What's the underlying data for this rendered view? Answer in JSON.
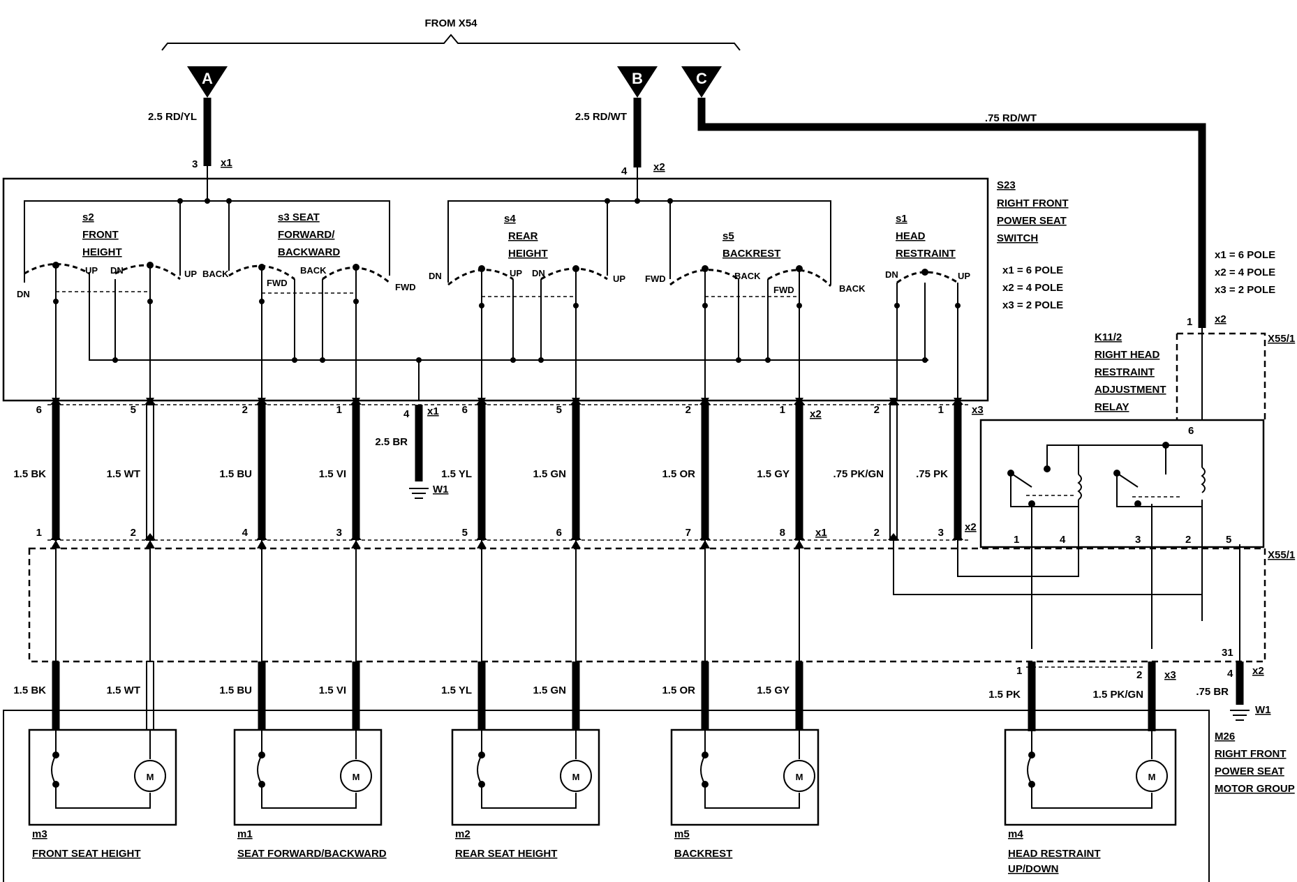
{
  "header": {
    "from": "FROM X54"
  },
  "connectors": {
    "a": "A",
    "b": "B",
    "c": "C"
  },
  "feeds": {
    "a_wire": "2.5 RD/YL",
    "a_pin": "3",
    "a_conn": "x1",
    "b_wire": "2.5 RD/WT",
    "b_pin": "4",
    "b_conn": "x2",
    "c_wire": ".75 RD/WT"
  },
  "switch_unit": {
    "id": "S23",
    "line1": "RIGHT FRONT",
    "line2": "POWER SEAT",
    "line3": "SWITCH",
    "poles": [
      "x1 = 6 POLE",
      "x2 = 4 POLE",
      "x3 = 2 POLE"
    ],
    "s2": {
      "id": "s2",
      "line1": "FRONT",
      "line2": "HEIGHT"
    },
    "s3": {
      "id": "s3 SEAT",
      "line1": "FORWARD/",
      "line2": "BACKWARD"
    },
    "s4": {
      "id": "s4",
      "line1": "REAR",
      "line2": "HEIGHT"
    },
    "s5": {
      "id": "s5",
      "line1": "BACKREST"
    },
    "s1": {
      "id": "s1",
      "line1": "HEAD",
      "line2": "RESTRAINT"
    },
    "pos": {
      "dn": "DN",
      "up": "UP",
      "back": "BACK",
      "fwd": "FWD"
    }
  },
  "right_poles": [
    "x1 = 6 POLE",
    "x2 = 4 POLE",
    "x3 = 2 POLE"
  ],
  "relay": {
    "id": "K11/2",
    "line1": "RIGHT HEAD",
    "line2": "RESTRAINT",
    "line3": "ADJUSTMENT",
    "line4": "RELAY",
    "conn_top": "X55/1",
    "conn_bottom": "X55/1",
    "pin_top": "1",
    "pin_top_conn": "x2",
    "pin6": "6",
    "pins": [
      "1",
      "4",
      "3",
      "2",
      "5"
    ]
  },
  "mid_wires": [
    {
      "color": "1.5 BK",
      "top_pin": "6",
      "bot_pin": "1"
    },
    {
      "color": "1.5 WT",
      "top_pin": "5",
      "bot_pin": "2"
    },
    {
      "color": "1.5 BU",
      "top_pin": "2",
      "bot_pin": "4"
    },
    {
      "color": "1.5 VI",
      "top_pin": "1",
      "bot_pin": "3"
    },
    {
      "color": "1.5 YL",
      "top_pin": "6",
      "bot_pin": "5"
    },
    {
      "color": "1.5 GN",
      "top_pin": "5",
      "bot_pin": "6"
    },
    {
      "color": "1.5 OR",
      "top_pin": "2",
      "bot_pin": "7"
    },
    {
      "color": "1.5 GY",
      "top_pin": "1",
      "bot_pin": "8"
    },
    {
      "color": ".75 PK/GN",
      "top_pin": "2",
      "bot_pin": "2"
    },
    {
      "color": ".75 PK",
      "top_pin": "1",
      "bot_pin": "3"
    }
  ],
  "conn_labels": {
    "x1": "x1",
    "x2": "x2",
    "x3": "x3"
  },
  "ground": {
    "pin": "4",
    "conn": "x1",
    "wire": "2.5 BR",
    "label": "W1"
  },
  "bottom_wires": [
    "1.5 BK",
    "1.5 WT",
    "1.5 BU",
    "1.5 VI",
    "1.5 YL",
    "1.5 GN",
    "1.5 OR",
    "1.5 GY",
    "1.5 PK",
    "1.5 PK/GN"
  ],
  "bottom_pins": {
    "p1": "1",
    "p2": "2",
    "conn": "x3",
    "p31": "31",
    "p4": "4",
    "conn2": "x2",
    "br": ".75 BR",
    "w1": "W1"
  },
  "motor_group": {
    "id": "M26",
    "line1": "RIGHT FRONT",
    "line2": "POWER SEAT",
    "line3": "MOTOR GROUP"
  },
  "motors": [
    {
      "id": "m3",
      "name": "FRONT SEAT HEIGHT"
    },
    {
      "id": "m1",
      "name": "SEAT FORWARD/BACKWARD"
    },
    {
      "id": "m2",
      "name": "REAR SEAT HEIGHT"
    },
    {
      "id": "m5",
      "name": "BACKREST"
    },
    {
      "id": "m4",
      "name": "HEAD RESTRAINT",
      "name2": "UP/DOWN"
    }
  ],
  "motor_symbol": "M"
}
